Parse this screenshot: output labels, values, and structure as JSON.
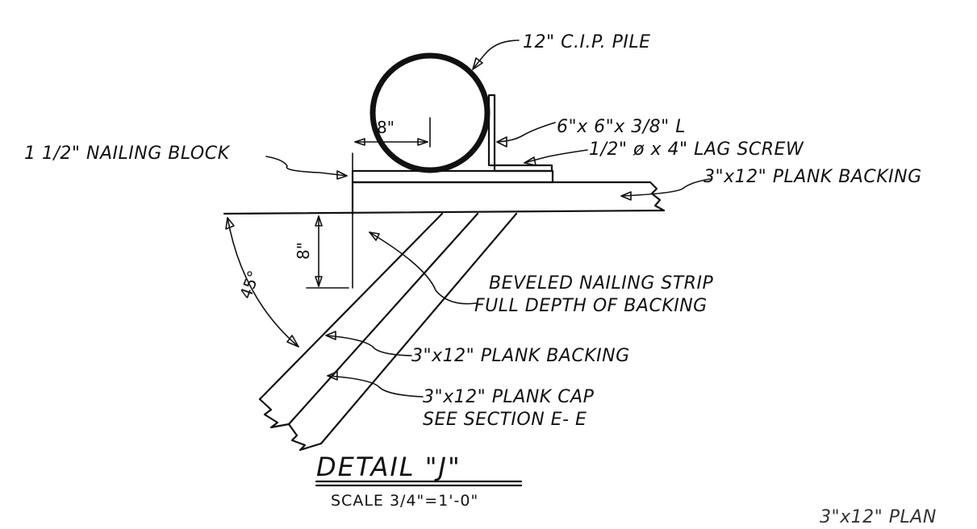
{
  "labels": {
    "pile": "12\" C.I.P. PILE",
    "angle": "6\"x 6\"x 3/8\" L",
    "nailing_block": "1 1/2\" NAILING BLOCK",
    "lag_screw": "1/2\" ø x 4\" LAG SCREW",
    "plank_backing_top": "3\"x12\" PLANK BACKING",
    "beveled_strip_1": "BEVELED NAILING STRIP",
    "beveled_strip_2": "FULL DEPTH OF BACKING",
    "plank_backing_diag": "3\"x12\" PLANK BACKING",
    "plank_cap_1": "3\"x12\" PLANK CAP",
    "plank_cap_2": "SEE SECTION E- E",
    "cut_off_text": "3\"x12\" PLAN"
  },
  "dimensions": {
    "width_dim": "8\"",
    "height_dim": "8\"",
    "angle_dim": "45°"
  },
  "title": {
    "main": "DETAIL  \"J\"",
    "scale": "SCALE  3/4\"=1'-0\""
  },
  "colors": {
    "ink": "#111111",
    "paper": "#ffffff"
  }
}
